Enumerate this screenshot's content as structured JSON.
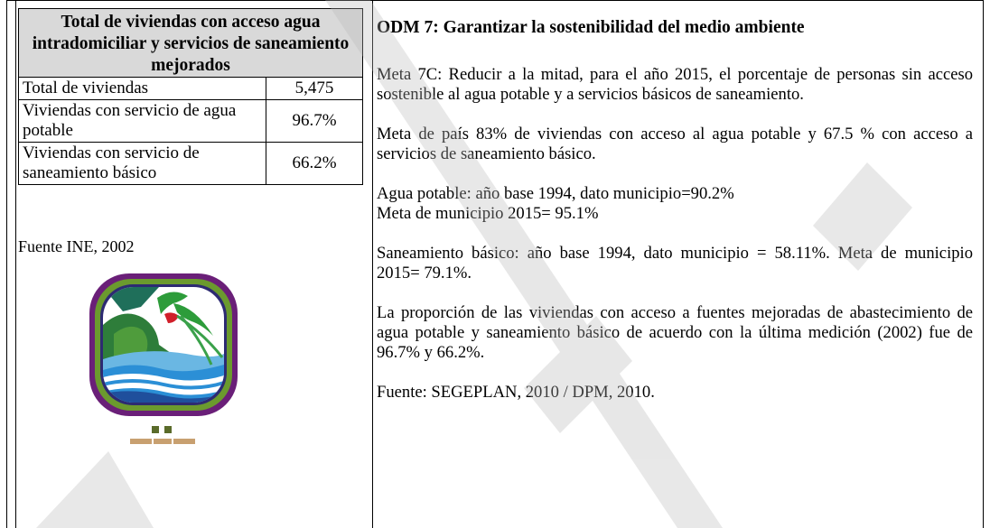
{
  "table": {
    "header": "Total de viviendas con acceso agua intradomiciliar y servicios de saneamiento mejorados",
    "rows": [
      {
        "label": "Total de viviendas",
        "value": "5,475"
      },
      {
        "label": "Viviendas con servicio de agua potable",
        "value": "96.7%"
      },
      {
        "label": "Viviendas con servicio de saneamiento básico",
        "value": "66.2%"
      }
    ],
    "source": "Fuente INE, 2002"
  },
  "colors": {
    "watermark": "#b8b8b8"
  },
  "icons": {
    "emblem": "municipal-emblem-icon"
  },
  "right": {
    "title": "ODM 7: Garantizar la sostenibilidad del medio ambiente",
    "p1": "Meta 7C: Reducir a la mitad, para el año 2015, el porcentaje de personas sin acceso sostenible al agua potable y a servicios básicos de saneamiento.",
    "p2": "Meta de país 83% de viviendas con acceso al agua potable y 67.5 % con acceso a servicios de saneamiento básico.",
    "p3_line1": "Agua potable: año base 1994, dato municipio=90.2%",
    "p3_line2": "Meta de municipio 2015= 95.1%",
    "p4": "Saneamiento básico: año base 1994, dato municipio = 58.11%. Meta de municipio 2015= 79.1%.",
    "p5": "La proporción de las viviendas con acceso a fuentes mejoradas de abastecimiento de agua potable y saneamiento básico de acuerdo con la última medición (2002) fue de 96.7% y 66.2%.",
    "source": "Fuente: SEGEPLAN, 2010 / DPM, 2010."
  }
}
